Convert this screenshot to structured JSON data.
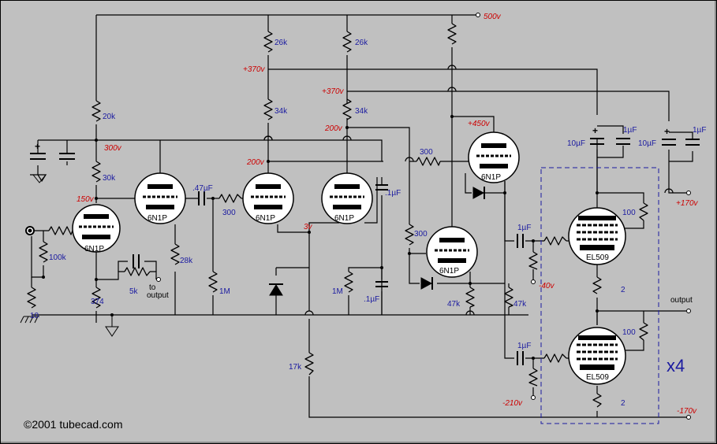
{
  "voltages": {
    "v500": "500v",
    "v370a": "+370v",
    "v370b": "+370v",
    "v450": "+450v",
    "v300": "300v",
    "v200a": "200v",
    "v200b": "200v",
    "v150": "150v",
    "v3": "3v",
    "v170": "+170v",
    "vneg40": "-40v",
    "vneg210": "-210v",
    "vneg170": "-170v"
  },
  "resistors": {
    "r26k_a": "26k",
    "r26k_b": "26k",
    "r34k_a": "34k",
    "r34k_b": "34k",
    "r20k": "20k",
    "r30k": "30k",
    "r300_a": "300",
    "r300_b": "300",
    "r300_c": "300",
    "r100k": "100k",
    "r10": "10",
    "r374": "374",
    "r5k": "5k",
    "r28k": "28k",
    "r1m_a": "1M",
    "r1m_b": "1M",
    "r47k_a": "47k",
    "r47k_b": "47k",
    "r17k": "17k",
    "r100_a": "100",
    "r100_b": "100",
    "r2_a": "2",
    "r2_b": "2"
  },
  "capacitors": {
    "c47uf": ".47µF",
    "c1uf_a": ".1µF",
    "c1uf_b": ".1µF",
    "c1uf_c": "1µF",
    "c1uf_d": "1µF",
    "c1uf_e": "1µF",
    "c1uf_f": "1µF",
    "c10uf_a": "10µF",
    "c10uf_b": "10µF"
  },
  "tubes": {
    "t1": "6N1P",
    "t2": "6N1P",
    "t3": "6N1P",
    "t4": "6N1P",
    "t5": "6N1P",
    "t6": "6N1P",
    "el1": "EL509",
    "el2": "EL509"
  },
  "labels": {
    "to_output_1": "to",
    "to_output_2": "output",
    "output": "output",
    "multiplier": "x4",
    "credit": "©2001 tubecad.com"
  },
  "colors": {
    "background": "#C0C0C0",
    "wire": "#000000",
    "value_text": "#1A1AA0",
    "voltage_text": "#CC0000",
    "dashed_box": "#1A1AA0"
  }
}
